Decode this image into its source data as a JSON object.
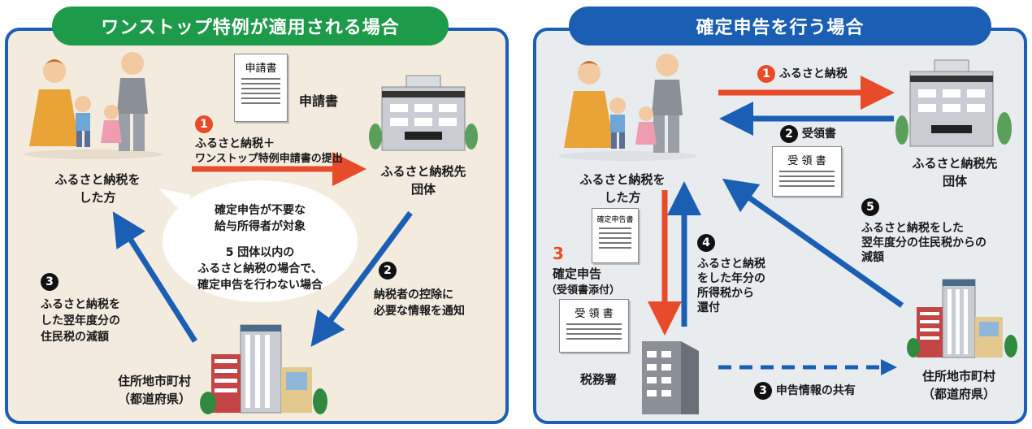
{
  "left": {
    "title": "ワンストップ特例が適用される場合",
    "step1_num": "1",
    "step1_line1": "ふるさと納税＋",
    "step1_line2": "ワンストップ特例申請書の提出",
    "doc_title": "申請書",
    "doc_label": "申請書",
    "donor_line1": "ふるさと納税を",
    "donor_line2": "した方",
    "target_line1": "ふるさと納税先",
    "target_line2": "団体",
    "bubble_line1": "確定申告が不要な",
    "bubble_line2": "給与所得者が対象",
    "bubble_line3": "5 団体以内の",
    "bubble_line4": "ふるさと納税の場合で、",
    "bubble_line5": "確定申告を行わない場合",
    "step2_num": "2",
    "step2_line1": "納税者の控除に",
    "step2_line2": "必要な情報を通知",
    "step3_num": "3",
    "step3_line1": "ふるさと納税を",
    "step3_line2": "した翌年度分の",
    "step3_line3": "住民税の減額",
    "muni_line1": "住所地市町村",
    "muni_line2": "（都道府県）"
  },
  "right": {
    "title": "確定申告を行う場合",
    "step1_num": "1",
    "step1_label": "ふるさと納税",
    "step2_num": "2",
    "step2_label": "受領書",
    "receipt_doc": "受 領 書",
    "donor_line1": "ふるさと納税を",
    "donor_line2": "した方",
    "target_line1": "ふるさと納税先",
    "target_line2": "団体",
    "tax_doc": "確定申告書",
    "step3_num": "3",
    "step3_line1": "確定申告",
    "step3_line2": "（受領書添付）",
    "receipt_doc2": "受 領 書",
    "step4_num": "4",
    "step4_line1": "ふるさと納税",
    "step4_line2": "をした年分の",
    "step4_line3": "所得税から",
    "step4_line4": "還付",
    "step5_num": "5",
    "step5_line1": "ふるさと納税をした",
    "step5_line2": "翌年度分の住民税からの",
    "step5_line3": "減額",
    "tax_office": "税務署",
    "share_num": "3",
    "share_label": "申告情報の共有",
    "muni_line1": "住所地市町村",
    "muni_line2": "（都道府県）"
  },
  "colors": {
    "red": "#e84b2a",
    "blue": "#1a5fb4",
    "green": "#1d9a4a",
    "left_bg": "#f4ebdf",
    "right_bg": "#e9ecef"
  }
}
